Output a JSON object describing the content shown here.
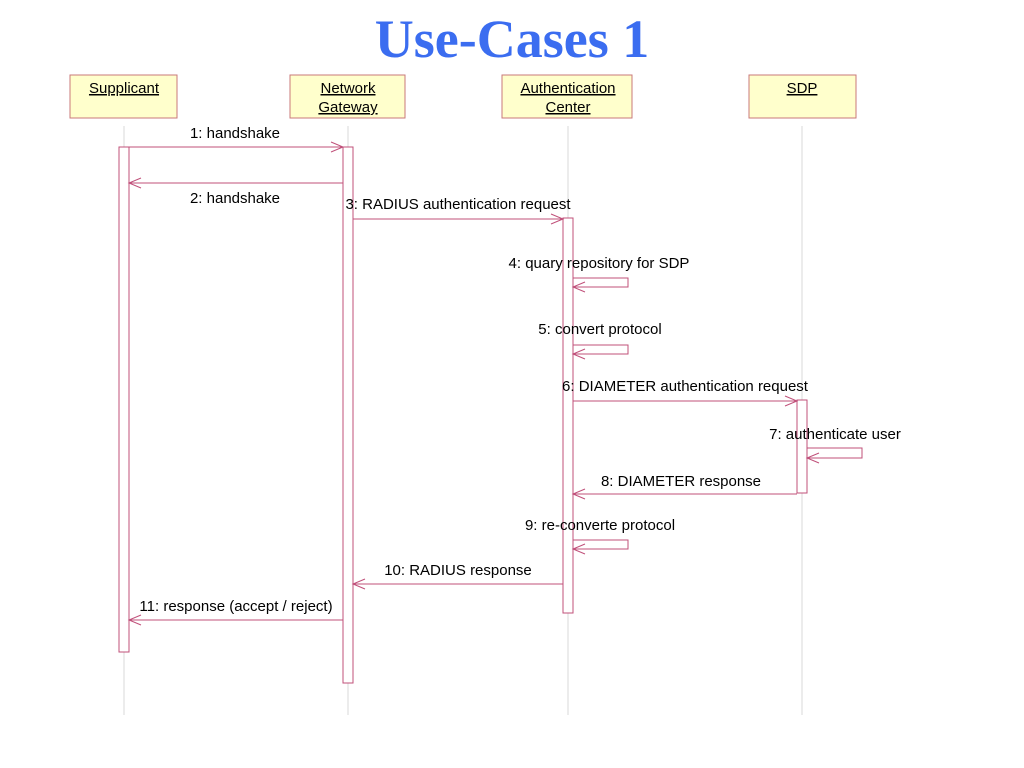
{
  "title": "Use-Cases 1",
  "actors": [
    {
      "id": "supplicant",
      "lines": [
        "Supplicant"
      ]
    },
    {
      "id": "gateway",
      "lines": [
        "Network",
        "Gateway"
      ]
    },
    {
      "id": "auth",
      "lines": [
        "Authentication",
        "Center"
      ]
    },
    {
      "id": "sdp",
      "lines": [
        "SDP"
      ]
    }
  ],
  "messages": [
    {
      "label": "1: handshake",
      "from": "supplicant",
      "to": "gateway"
    },
    {
      "label": "2: handshake",
      "from": "gateway",
      "to": "supplicant"
    },
    {
      "label": "3: RADIUS authentication request",
      "from": "gateway",
      "to": "auth"
    },
    {
      "label": "4: quary repository for SDP",
      "from": "auth",
      "to": "auth"
    },
    {
      "label": "5: convert protocol",
      "from": "auth",
      "to": "auth"
    },
    {
      "label": "6: DIAMETER authentication request",
      "from": "auth",
      "to": "sdp"
    },
    {
      "label": "7: authenticate user",
      "from": "sdp",
      "to": "sdp"
    },
    {
      "label": "8: DIAMETER response",
      "from": "sdp",
      "to": "auth"
    },
    {
      "label": "9: re-converte protocol",
      "from": "auth",
      "to": "auth"
    },
    {
      "label": "10: RADIUS response",
      "from": "auth",
      "to": "gateway"
    },
    {
      "label": "11: response (accept / reject)",
      "from": "gateway",
      "to": "supplicant"
    }
  ]
}
